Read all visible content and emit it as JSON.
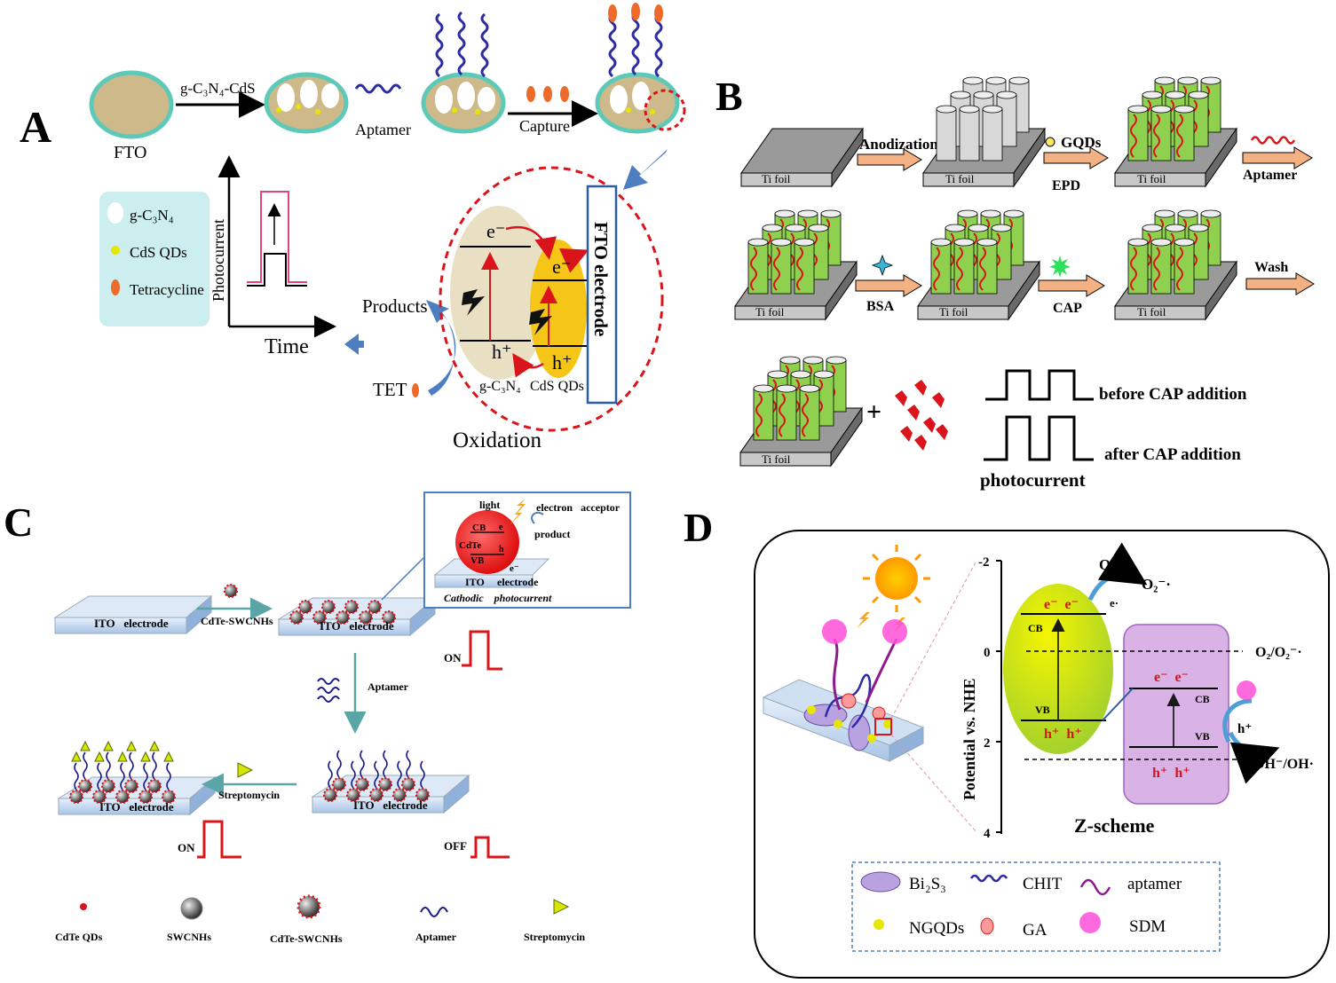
{
  "panels": {
    "A": {
      "letter": "A",
      "fto": "FTO",
      "step1": "g-C₃N₄-CdS",
      "aptamer": "Aptamer",
      "capture": "Capture",
      "legend": [
        "g-C₃N₄",
        "CdS QDs",
        "Tetracycline"
      ],
      "ylabel": "Photocurrent",
      "xlabel": "Time",
      "products": "Products",
      "tet": "TET",
      "oxidation": "Oxidation",
      "electron": "e⁻",
      "hole": "h⁺",
      "semi1": "g-C₃N₄",
      "semi2": "CdS QDs",
      "electrode": "FTO electrode"
    },
    "B": {
      "letter": "B",
      "ti_foil": "Ti foil",
      "anodization": "Anodization",
      "gqds": "GQDs",
      "epd": "EPD",
      "aptamer": "Aptamer",
      "bsa": "BSA",
      "cap": "CAP",
      "wash": "Wash",
      "before": "before CAP addition",
      "after": "after CAP addition",
      "photocurrent": "photocurrent",
      "plus": "+"
    },
    "C": {
      "letter": "C",
      "ito_electrode": "ITO   electrode",
      "cdte_swcnhs": "CdTe-SWCNHs",
      "aptamer": "Aptamer",
      "streptomycin": "Streptomycin",
      "on": "ON",
      "off": "OFF",
      "inset": {
        "light": "light",
        "acceptor": "electron   acceptor",
        "product": "product",
        "cb": "CB",
        "cdte": "CdTe",
        "vb": "VB",
        "e": "e",
        "h": "h",
        "e_minus": "e⁻",
        "ito": "ITO",
        "electrode": "electrode",
        "caption": "Cathodic    photocurrent"
      },
      "legend": [
        "CdTe QDs",
        "SWCNHs",
        "CdTe-SWCNHs",
        "Aptamer",
        "Streptomycin"
      ]
    },
    "D": {
      "letter": "D",
      "ylabel": "Potential vs. NHE",
      "ticks": [
        "-2",
        "0",
        "2",
        "4"
      ],
      "o2": "O₂",
      "o2_radical": "O₂⁻·",
      "e_dot": "e·",
      "e_pair": "e⁻  e⁻",
      "h_pair": "h⁺  h⁺",
      "cb": "CB",
      "vb": "VB",
      "h_plus": "h⁺",
      "couple1": "O₂/O₂⁻·",
      "couple2": "OH⁻/OH·",
      "zscheme": "Z-scheme",
      "legend": [
        "Bi₂S₃",
        "CHIT",
        "aptamer",
        "NGQDs",
        "GA",
        "SDM"
      ]
    }
  },
  "colors": {
    "cyan_box": "#cdeeee",
    "red_dash": "#d9141b",
    "tan": "#cdb98a",
    "blue_arrow": "#4d7fc0",
    "yellow_ball": "#e6e600",
    "purple_box": "#d9b3e6"
  }
}
